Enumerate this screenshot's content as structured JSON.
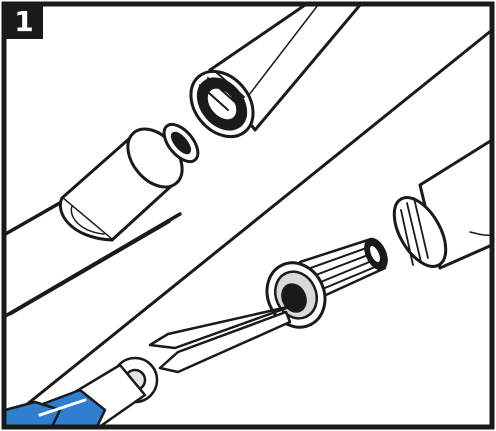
{
  "step": {
    "number": "1"
  },
  "colors": {
    "ink": "#1a1a1a",
    "fill": "#ffffff",
    "shade": "#e6e6e6",
    "plier_grip": "#2f7fd0"
  },
  "parts": [
    "water-pipe",
    "threaded-pipe-end",
    "washer",
    "shower-arm-fitting",
    "shower-head-neck",
    "threaded-adapter",
    "needle-nose-pliers"
  ]
}
